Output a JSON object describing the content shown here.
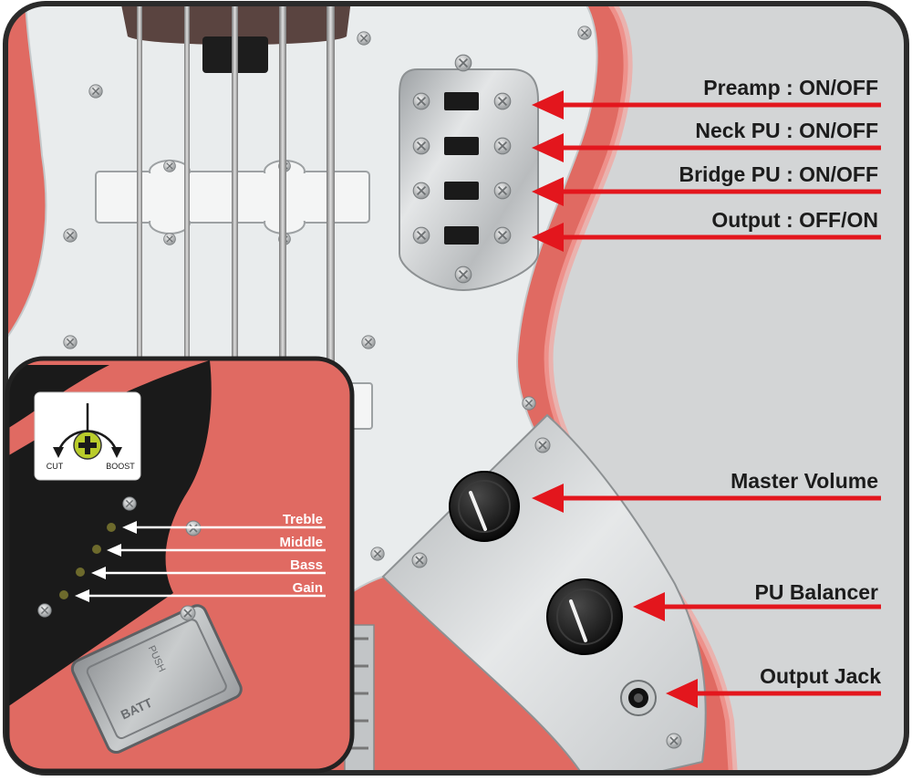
{
  "switch_labels": [
    {
      "id": "preamp",
      "text": "Preamp : ON/OFF"
    },
    {
      "id": "neck-pu",
      "text": "Neck PU : ON/OFF"
    },
    {
      "id": "bridge-pu",
      "text": "Bridge PU : ON/OFF"
    },
    {
      "id": "output",
      "text": "Output : OFF/ON"
    }
  ],
  "knob_labels": {
    "master_volume": "Master Volume",
    "pu_balancer": "PU Balancer",
    "output_jack": "Output Jack"
  },
  "eq_legend": {
    "cut": "CUT",
    "boost": "BOOST"
  },
  "trim_labels": [
    {
      "id": "treble",
      "text": "Treble"
    },
    {
      "id": "middle",
      "text": "Middle"
    },
    {
      "id": "bass",
      "text": "Bass"
    },
    {
      "id": "gain",
      "text": "Gain"
    }
  ],
  "battery_cover": {
    "push": "PUSH",
    "brand": "BATT"
  },
  "colors": {
    "body": "#e06a62",
    "pickguard": "#e9eced",
    "background": "#d3d5d6",
    "arrow": "#e3161d",
    "frame": "#2b2b2b"
  }
}
